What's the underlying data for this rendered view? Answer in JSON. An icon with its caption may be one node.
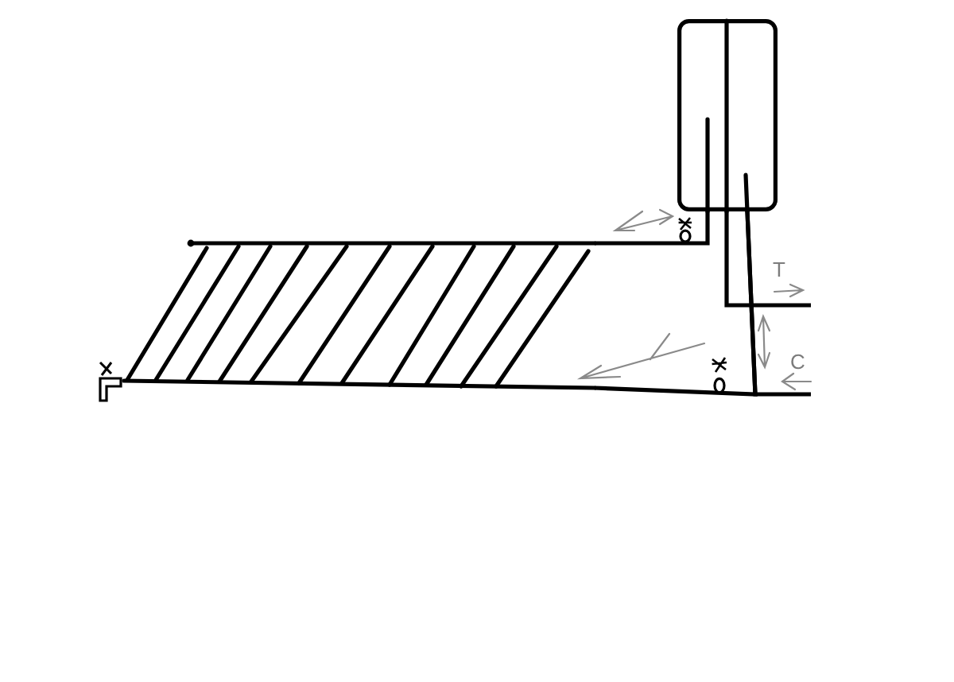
{
  "diagram": {
    "nodes": [
      {
        "text": [],
        "shape": "box"
      },
      {
        "text": [],
        "shape": "picture"
      }
    ],
    "edges": [
      {
        "from": 1,
        "to": 0,
        "arrow": "none"
      },
      {
        "from": 0,
        "to": 1,
        "arrow": "none"
      },
      {
        "from": 0,
        "to": null,
        "arrow": "none"
      },
      {
        "from": null,
        "to": 0,
        "arrow": "none"
      }
    ],
    "labels": [
      "T",
      "C"
    ]
  }
}
